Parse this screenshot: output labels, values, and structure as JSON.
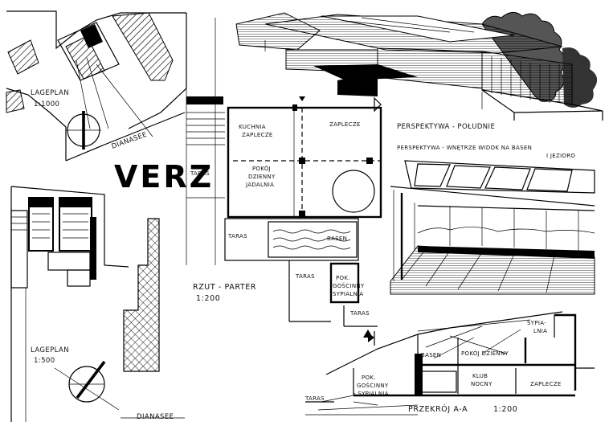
{
  "title": "VERZ",
  "site_plan_large": {
    "label": "LAGEPLAN",
    "scale": "1:1000",
    "street": "DIANASEE"
  },
  "site_plan_small": {
    "label": "LAGEPLAN",
    "scale": "1:500",
    "street": "DIANASEE"
  },
  "floor_plan": {
    "caption": "RZUT - PARTER",
    "scale": "1:200",
    "rooms": {
      "kitchen_1": "KUCHNIA",
      "kitchen_2": "ZAPLECZE",
      "storage": "ZAPLECZE",
      "living_1": "POKÓJ",
      "living_2": "DZIENNY",
      "living_3": "JADALNIA",
      "pool": "BASEN",
      "guest_1": "POK.",
      "guest_2": "GOŚCINNY",
      "guest_3": "SYPIALNIA"
    },
    "terraces": [
      "TARAS",
      "TARAS",
      "TARAS",
      "TARAS"
    ]
  },
  "perspective_south": "PERSPEKTYWA - POŁUDNIE",
  "perspective_interior": {
    "line1": "PERSPEKTYWA - WNĘTRZE WIDOK NA BASEN",
    "line2": "I JEZIORO"
  },
  "section": {
    "caption": "PRZEKRÓJ A-A",
    "scale": "1:200",
    "rooms": {
      "bedroom_1": "SYPIA-",
      "bedroom_2": "LNIA",
      "pool": "BASEN",
      "living": "POKÓJ DZIENNY",
      "club_1": "KLUB",
      "club_2": "NOCNY",
      "storage": "ZAPLECZE",
      "guest_1": "POK.",
      "guest_2": "GOŚCINNY",
      "guest_3": "- SYPIALNIA"
    },
    "terrace": "TARAS"
  }
}
